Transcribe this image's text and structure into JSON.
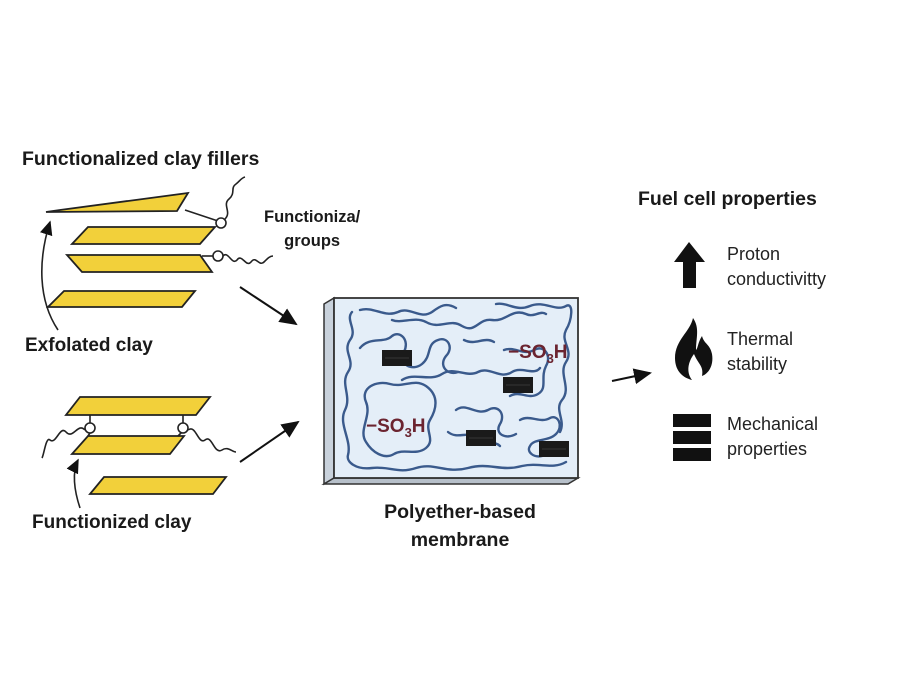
{
  "left_panel": {
    "title": "Functionalized clay fillers",
    "functional_groups_label_line1": "Functioniza/",
    "functional_groups_label_line2": "groups",
    "exfoliated_label": "Exfolated clay",
    "functionized_label": "Functionized clay"
  },
  "membrane": {
    "label_line1": "Polyether-based",
    "label_line2": "membrane",
    "group_1": "−SO",
    "group_1_sub": "3",
    "group_1_end": "H",
    "group_2": "−SO",
    "group_2_sub": "3",
    "group_2_end": "H"
  },
  "right_panel": {
    "title": "Fuel cell properties",
    "properties": [
      {
        "icon": "up-arrow-icon",
        "line1": "Proton",
        "line2": "conductivitty"
      },
      {
        "icon": "flame-icon",
        "line1": "Thermal",
        "line2": "stability"
      },
      {
        "icon": "stacked-bars-icon",
        "line1": "Mechanical",
        "line2": "properties"
      }
    ]
  },
  "colors": {
    "clay_fill": "#f2d03a",
    "membrane_fill": "#e4eef8",
    "chain_stroke": "#3a5a8c",
    "so3h_text": "#6b2430"
  }
}
